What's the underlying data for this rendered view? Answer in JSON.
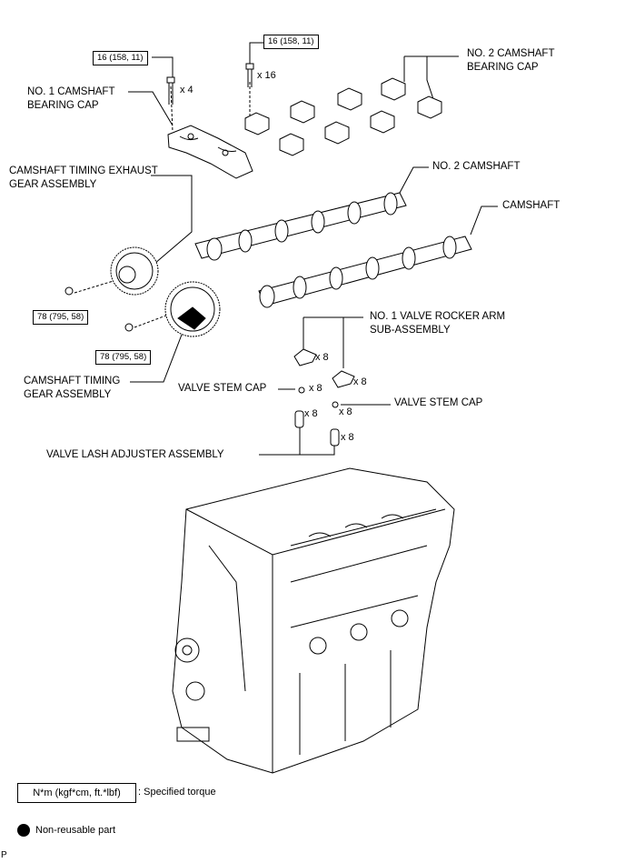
{
  "labels": {
    "no1_cam_cap": [
      "NO. 1 CAMSHAFT",
      "BEARING CAP"
    ],
    "no2_cam_cap": [
      "NO. 2 CAMSHAFT",
      "BEARING CAP"
    ],
    "exhaust_gear": [
      "CAMSHAFT TIMING EXHAUST",
      "GEAR ASSEMBLY"
    ],
    "no2_camshaft": "NO. 2 CAMSHAFT",
    "camshaft": "CAMSHAFT",
    "rocker_arm": [
      "NO. 1 VALVE ROCKER ARM",
      "SUB-ASSEMBLY"
    ],
    "timing_gear": [
      "CAMSHAFT TIMING",
      "GEAR ASSEMBLY"
    ],
    "valve_stem_cap_left": "VALVE STEM CAP",
    "valve_stem_cap_right": "VALVE STEM CAP",
    "lash_adjuster": "VALVE LASH ADJUSTER ASSEMBLY"
  },
  "torques": {
    "cap1_bolt": "16 (158, 11)",
    "cap2_bolt": "16 (158, 11)",
    "exhaust_gear_bolt": "78 (795, 58)",
    "timing_gear_bolt": "78 (795, 58)"
  },
  "quantities": {
    "cap1_bolts": "x 4",
    "cap2_bolts": "x 16",
    "rocker_left": "x 8",
    "rocker_right": "x 8",
    "stem_cap_left": "x 8",
    "stem_cap_right": "x 8",
    "lash_left": "x 8",
    "lash_right": "x 8"
  },
  "legend": {
    "torque_box": "N*m (kgf*cm, ft.*lbf)",
    "torque_desc": ": Specified torque",
    "nonreusable": "Non-reusable part"
  },
  "page_code": "P"
}
